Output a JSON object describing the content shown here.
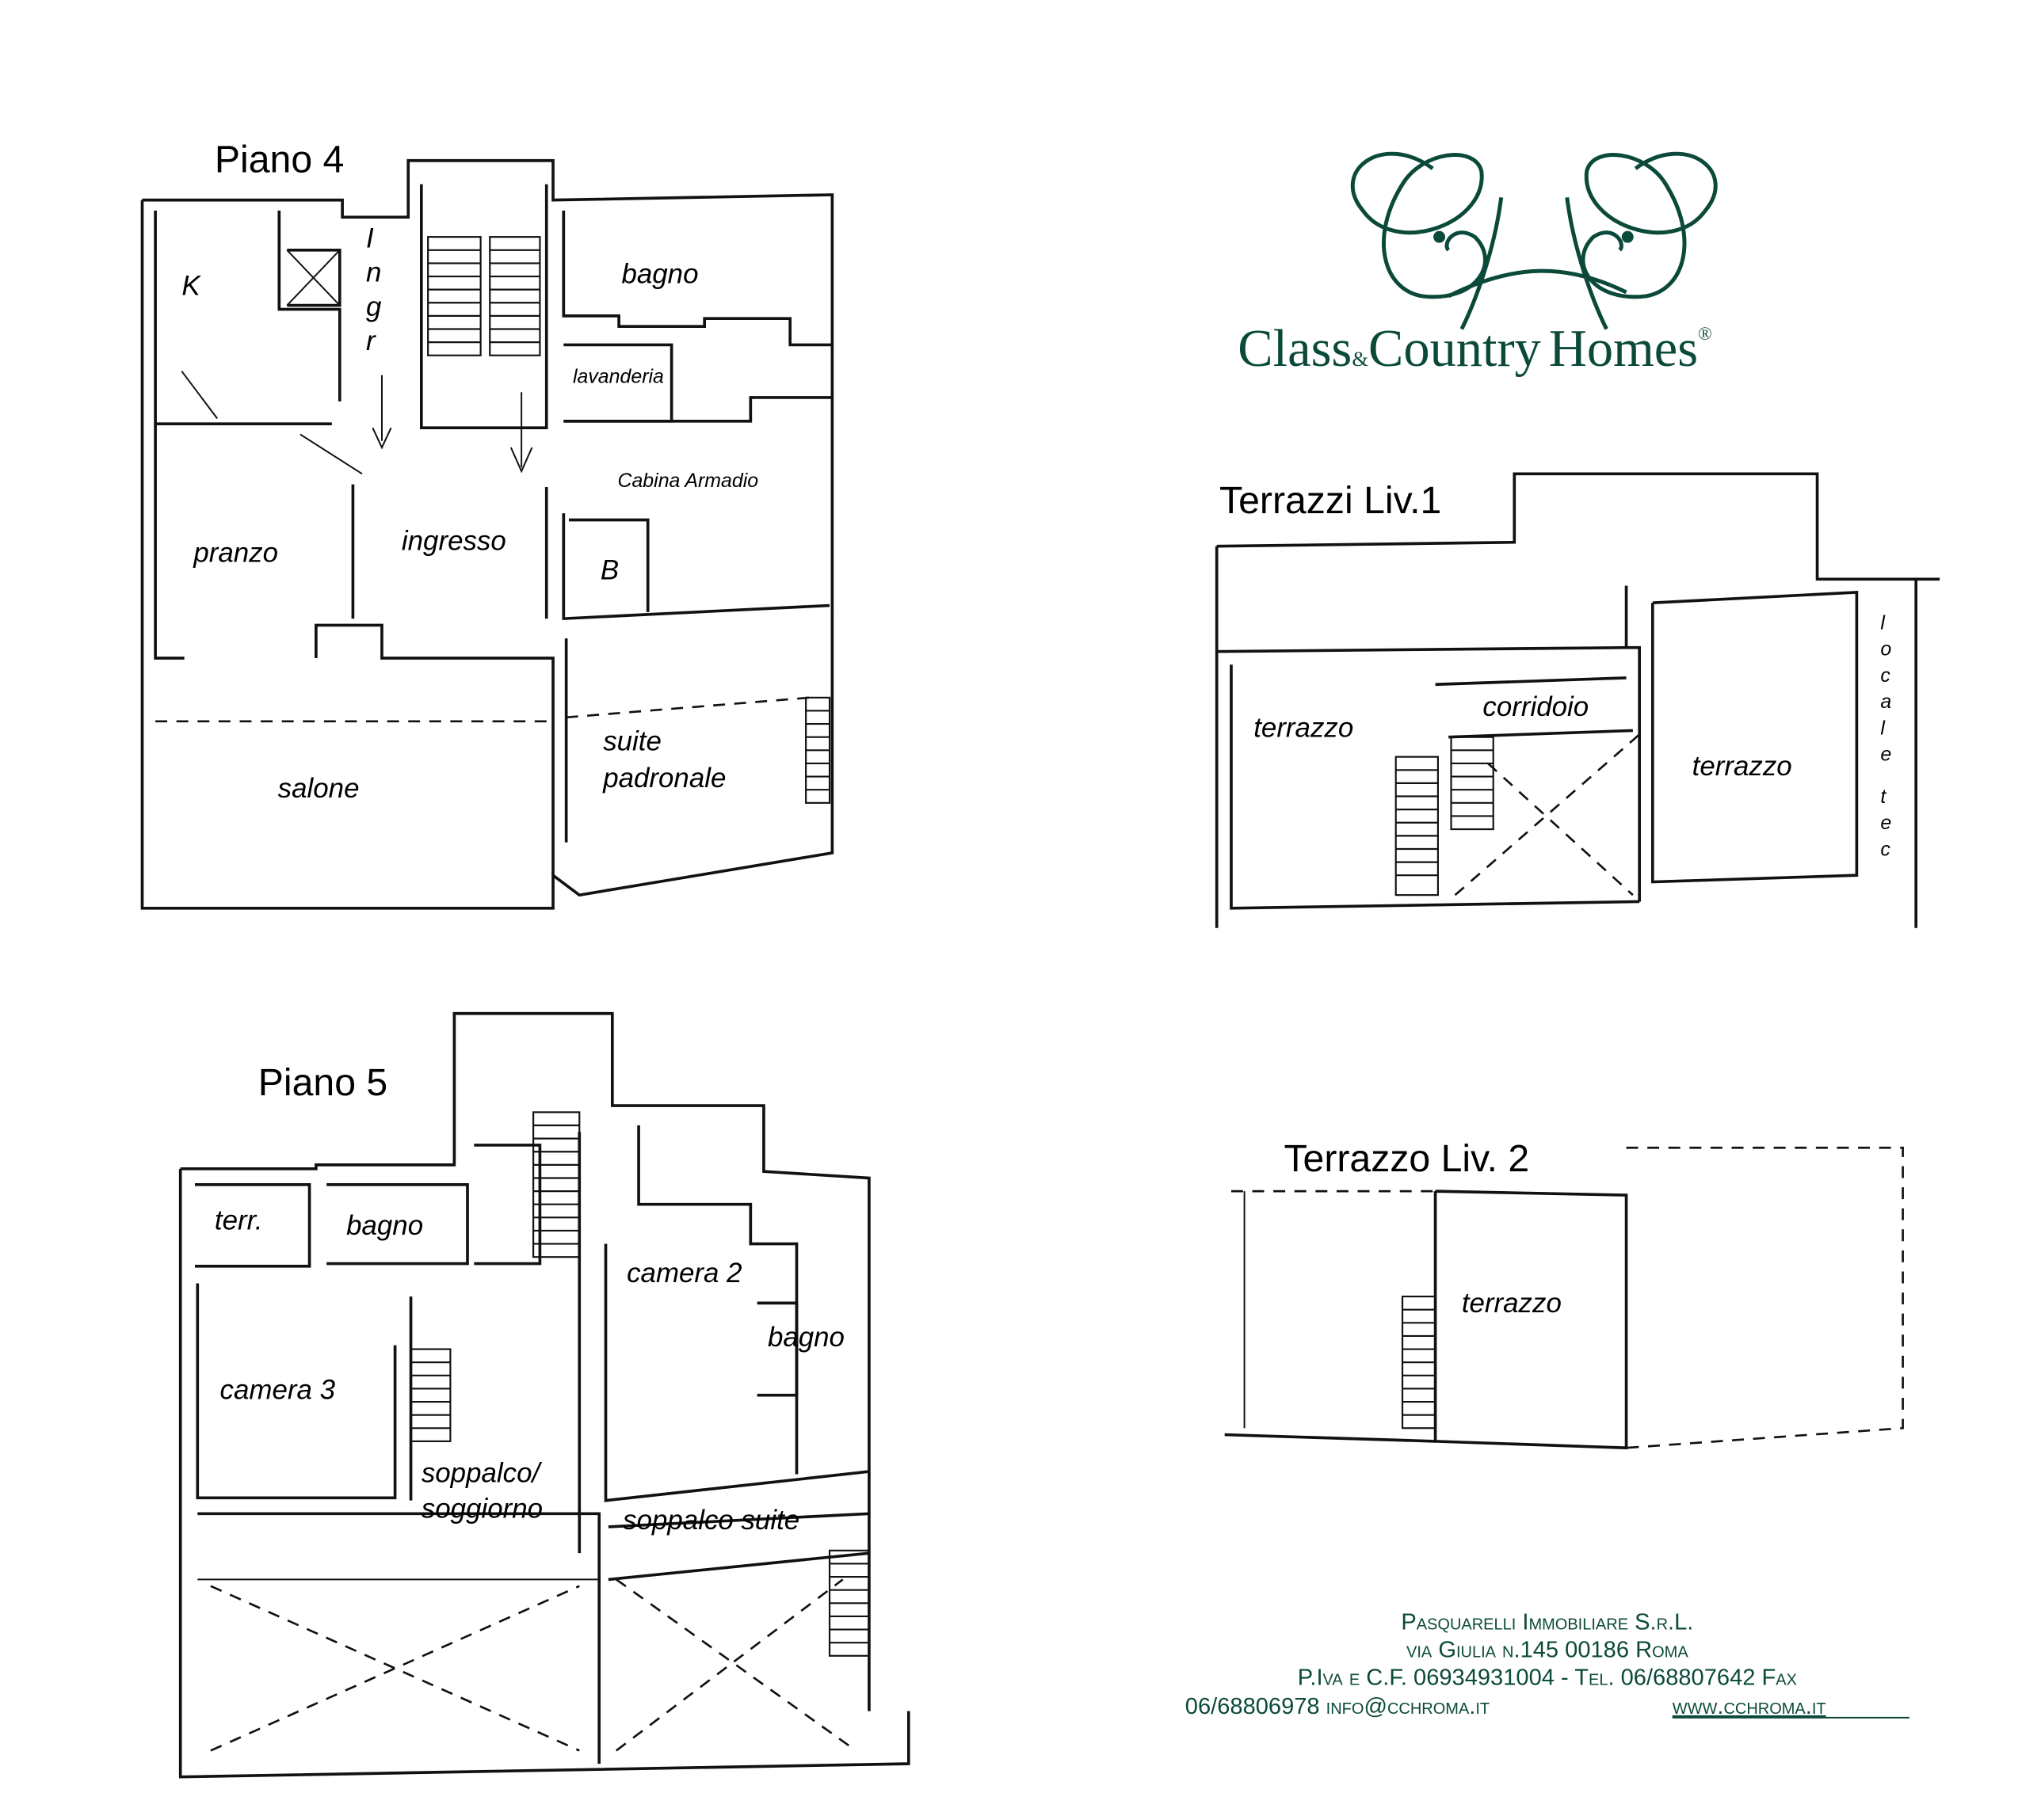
{
  "brand": {
    "name": "Class&Country Homes",
    "parts": [
      "Class",
      "&",
      "Country",
      "Homes",
      "®"
    ],
    "color": "#0b4a3a"
  },
  "piano4": {
    "title": "Piano 4",
    "rooms": {
      "k": "K",
      "ingr": [
        "I",
        "n",
        "g",
        "r"
      ],
      "bagno": "bagno",
      "lavanderia": "lavanderia",
      "cabina": "Cabina Armadio",
      "pranzo": "pranzo",
      "ingresso": "ingresso",
      "b": "B",
      "salone": "salone",
      "suite1": "suite",
      "suite2": "padronale"
    }
  },
  "terrazzi1": {
    "title": "Terrazzi Liv.1",
    "rooms": {
      "terrazzo_left": "terrazzo",
      "corridoio": "corridoio",
      "terrazzo_right": "terrazzo",
      "locale": [
        "l",
        "o",
        "c",
        "a",
        "l",
        "e",
        "t",
        "e",
        "c"
      ]
    }
  },
  "piano5": {
    "title": "Piano 5",
    "rooms": {
      "terr": "terr.",
      "bagno1": "bagno",
      "camera2": "camera 2",
      "bagno2": "bagno",
      "camera3": "camera 3",
      "soppalco1": "soppalco/",
      "soppalco2": "soggiorno",
      "soppalco_suite": "soppalco suite"
    }
  },
  "terrazzo2": {
    "title": "Terrazzo Liv. 2",
    "rooms": {
      "terrazzo": "terrazzo"
    }
  },
  "footer": {
    "company": "Pasquarelli Immobiliare S.r.L.",
    "address": "via Giulia n.145  00186 Roma",
    "vat": "P.Iva e C.F. 06934931004 - Tel. 06/68807642 Fax",
    "fax_email": "06/68806978 info@cchroma.it",
    "website": "www.cchroma.it"
  }
}
